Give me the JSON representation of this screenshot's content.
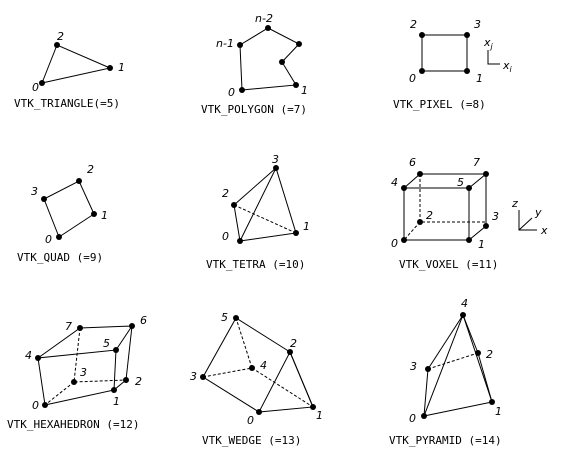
{
  "cells": {
    "triangle": {
      "caption": "VTK_TRIANGLE(=5)",
      "points": [
        "0",
        "1",
        "2"
      ]
    },
    "polygon": {
      "caption": "VTK_POLYGON (=7)",
      "points": [
        "0",
        "1",
        "n-1",
        "n-2"
      ]
    },
    "pixel": {
      "caption": "VTK_PIXEL (=8)",
      "points": [
        "0",
        "1",
        "2",
        "3"
      ],
      "axis_y": "x",
      "axis_y_sub": "j",
      "axis_x": "x",
      "axis_x_sub": "i"
    },
    "quad": {
      "caption": "VTK_QUAD (=9)",
      "points": [
        "0",
        "1",
        "2",
        "3"
      ]
    },
    "tetra": {
      "caption": "VTK_TETRA (=10)",
      "points": [
        "0",
        "1",
        "2",
        "3"
      ]
    },
    "voxel": {
      "caption": "VTK_VOXEL (=11)",
      "points": [
        "0",
        "1",
        "2",
        "3",
        "4",
        "5",
        "6",
        "7"
      ],
      "axes": [
        "z",
        "y",
        "x"
      ]
    },
    "hexahedron": {
      "caption": "VTK_HEXAHEDRON (=12)",
      "points": [
        "0",
        "1",
        "2",
        "3",
        "4",
        "5",
        "6",
        "7"
      ]
    },
    "wedge": {
      "caption": "VTK_WEDGE (=13)",
      "points": [
        "0",
        "1",
        "2",
        "3",
        "4",
        "5"
      ]
    },
    "pyramid": {
      "caption": "VTK_PYRAMID (=14)",
      "points": [
        "0",
        "1",
        "2",
        "3",
        "4"
      ]
    }
  }
}
